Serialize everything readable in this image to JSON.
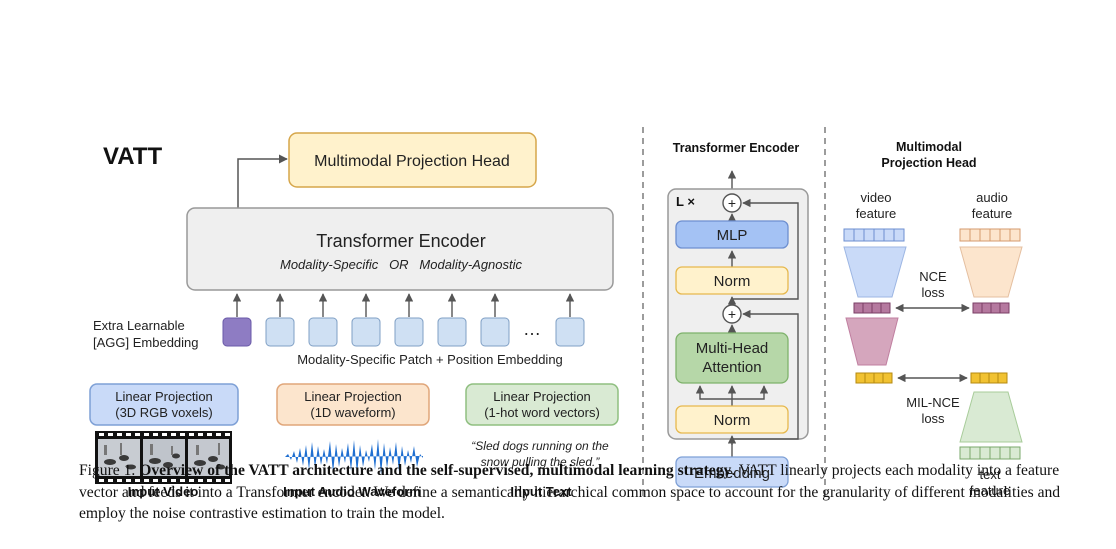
{
  "figure": {
    "vatt_title": "VATT",
    "mph_label": "Multimodal Projection Head",
    "encoder_title": "Transformer Encoder",
    "encoder_subtitle": "Modality-Specific   OR   Modality-Agnostic",
    "agg_line1": "Extra Learnable",
    "agg_line2": "[AGG] Embedding",
    "ellipsis": "…",
    "patch_label": "Modality-Specific Patch + Position Embedding",
    "proj_video_line1": "Linear Projection",
    "proj_video_line2": "(3D RGB voxels)",
    "proj_audio_line1": "Linear Projection",
    "proj_audio_line2": "(1D waveform)",
    "proj_text_line1": "Linear Projection",
    "proj_text_line2": "(1-hot word vectors)",
    "text_quote_line1": "“Sled dogs running on the",
    "text_quote_line2": "snow pulling the sled.”",
    "input_video": "Input Video",
    "input_audio": "Input Audio Waveform",
    "input_text": "Input Text"
  },
  "encoder_detail": {
    "title": "Transformer Encoder",
    "repeat": "L ×",
    "mlp": "MLP",
    "norm_top": "Norm",
    "attention_line1": "Multi-Head",
    "attention_line2": "Attention",
    "norm_bottom": "Norm",
    "embedding": "Embedding",
    "plus": "+"
  },
  "projection_head": {
    "title_line1": "Multimodal",
    "title_line2": "Projection Head",
    "video_line1": "video",
    "video_line2": "feature",
    "audio_line1": "audio",
    "audio_line2": "feature",
    "nce_line1": "NCE",
    "nce_line2": "loss",
    "milnce_line1": "MIL-NCE",
    "milnce_line2": "loss",
    "text_line1": "text",
    "text_line2": "feature"
  },
  "caption": {
    "label": "Figure 1.",
    "bold": "Overview of the VATT architecture and the self-supervised, multimodal learning strategy",
    "rest": ".  VATT linearly projects each modality into a feature vector and feeds it into a Transformer encoder. We define a semantically hierarchical common space to account for the granularity of different modalities and employ the noise contrastive estimation to train the model."
  },
  "colors": {
    "blue_fill": "#c9daf8",
    "blue_stroke": "#6d9eeb",
    "orange_fill": "#fce5cd",
    "orange_stroke": "#e6b8a2",
    "green_fill": "#d9ead3",
    "green_stroke": "#93c47d",
    "yellow_fill": "#fff2cc",
    "yellow_stroke": "#e6b84d",
    "purple": "#8e7cc3",
    "gray_fill": "#efefef",
    "mauve": "#c27ba0",
    "audio_wave": "#1f6fd1"
  }
}
